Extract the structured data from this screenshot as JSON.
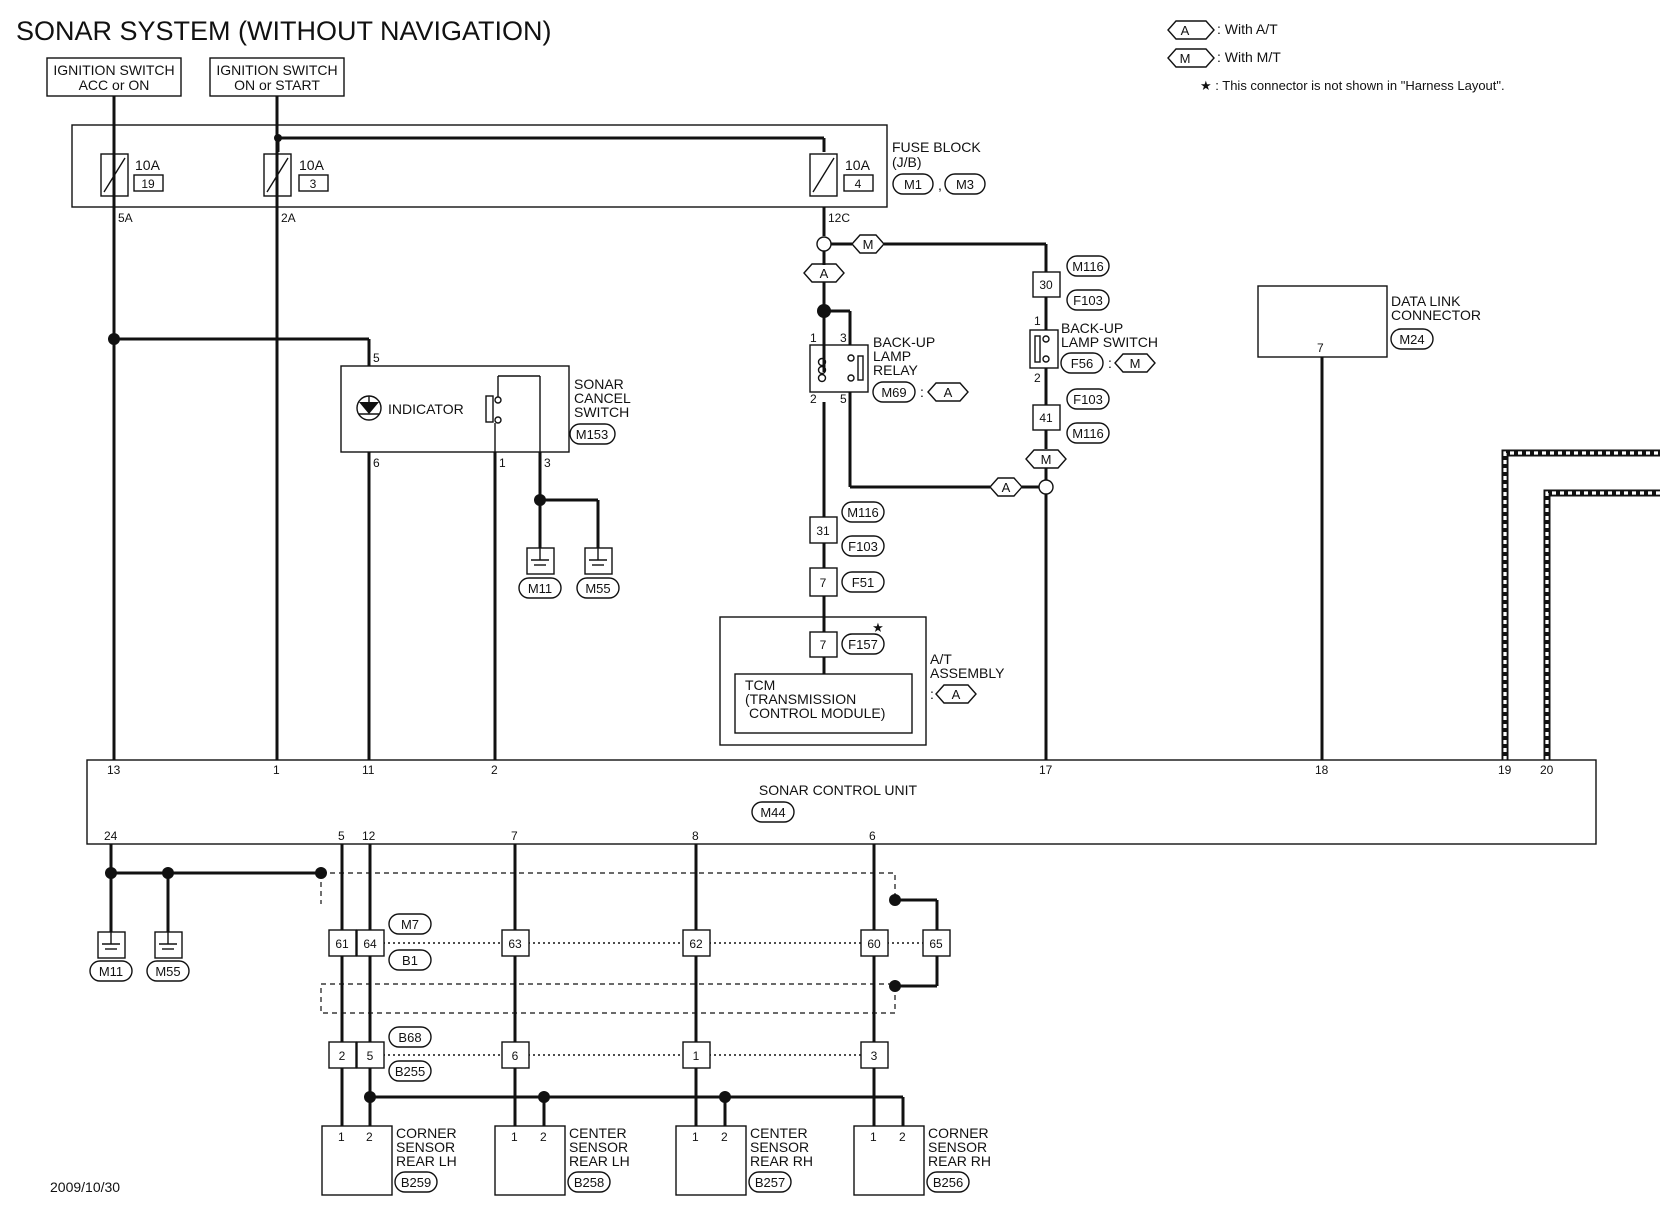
{
  "title": "SONAR SYSTEM (WITHOUT NAVIGATION)",
  "date": "2009/10/30",
  "legend": {
    "a_code": "A",
    "a_text": ": With A/T",
    "m_code": "M",
    "m_text": ": With M/T",
    "star_text": "★ : This connector is not shown in \"Harness Layout\"."
  },
  "sources": {
    "ign_acc_1": "IGNITION SWITCH",
    "ign_acc_2": "ACC or ON",
    "ign_on_1": "IGNITION SWITCH",
    "ign_on_2": "ON or START"
  },
  "fuse_block": {
    "name_1": "FUSE BLOCK",
    "name_2": "(J/B)",
    "conn_a": "M1",
    "conn_sep": ",",
    "conn_b": "M3",
    "fuses": [
      {
        "amp": "10A",
        "num": "19",
        "pin": "5A"
      },
      {
        "amp": "10A",
        "num": "3",
        "pin": "2A"
      },
      {
        "amp": "10A",
        "num": "4",
        "pin": "12C"
      }
    ]
  },
  "cancel_switch": {
    "name_1": "SONAR",
    "name_2": "CANCEL",
    "name_3": "SWITCH",
    "indicator": "INDICATOR",
    "conn": "M153",
    "pins": {
      "p5": "5",
      "p6": "6",
      "p1": "1",
      "p3": "3"
    }
  },
  "grounds": {
    "g1": "M11",
    "g2": "M55",
    "g3": "M11",
    "g4": "M55"
  },
  "relay": {
    "name_1": "BACK-UP",
    "name_2": "LAMP",
    "name_3": "RELAY",
    "conn": "M69",
    "sep": ":",
    "variant": "A",
    "pins": {
      "p1": "1",
      "p3": "3",
      "p2": "2",
      "p5": "5"
    }
  },
  "backup_switch": {
    "name_1": "BACK-UP",
    "name_2": "LAMP SWITCH",
    "conn": "F56",
    "sep": ":",
    "variant": "M",
    "pins": {
      "p1": "1",
      "p2": "2"
    }
  },
  "harness": {
    "m_tag": "M",
    "a_tag": "A",
    "a_tag2": "A",
    "m_tag2": "M",
    "j30": "30",
    "j30_c1": "M116",
    "j30_c2": "F103",
    "j41": "41",
    "j41_c1": "F103",
    "j41_c2": "M116",
    "j31": "31",
    "j31_c1": "M116",
    "j31_c2": "F103",
    "j7": "7",
    "j7_c": "F51"
  },
  "at_assembly": {
    "name_1": "A/T",
    "name_2": "ASSEMBLY",
    "sep": ":",
    "variant": "A",
    "pin": "7",
    "conn": "F157",
    "star": "★",
    "tcm_1": "TCM",
    "tcm_2": "(TRANSMISSION",
    "tcm_3": "CONTROL MODULE)"
  },
  "dlc": {
    "name_1": "DATA LINK",
    "name_2": "CONNECTOR",
    "conn": "M24",
    "pin": "7"
  },
  "scu": {
    "name": "SONAR CONTROL UNIT",
    "conn": "M44",
    "top_pins": {
      "p13": "13",
      "p1": "1",
      "p11": "11",
      "p2": "2",
      "p17": "17",
      "p18": "18",
      "p19": "19",
      "p20": "20"
    },
    "bottom_pins": {
      "p24": "24",
      "p5": "5",
      "p12": "12",
      "p7": "7",
      "p8": "8",
      "p6": "6"
    }
  },
  "junction_m7": {
    "c1": "M7",
    "c2": "B1",
    "pins": {
      "a": "61",
      "b": "64",
      "c": "63",
      "d": "62",
      "e": "60",
      "f": "65"
    }
  },
  "junction_b68": {
    "c1": "B68",
    "c2": "B255",
    "pins": {
      "a": "2",
      "b": "5",
      "c": "6",
      "d": "1",
      "e": "3"
    }
  },
  "sensors": [
    {
      "l1": "CORNER",
      "l2": "SENSOR",
      "l3": "REAR LH",
      "conn": "B259",
      "p1": "1",
      "p2": "2"
    },
    {
      "l1": "CENTER",
      "l2": "SENSOR",
      "l3": "REAR LH",
      "conn": "B258",
      "p1": "1",
      "p2": "2"
    },
    {
      "l1": "CENTER",
      "l2": "SENSOR",
      "l3": "REAR RH",
      "conn": "B257",
      "p1": "1",
      "p2": "2"
    },
    {
      "l1": "CORNER",
      "l2": "SENSOR",
      "l3": "REAR RH",
      "conn": "B256",
      "p1": "1",
      "p2": "2"
    }
  ]
}
